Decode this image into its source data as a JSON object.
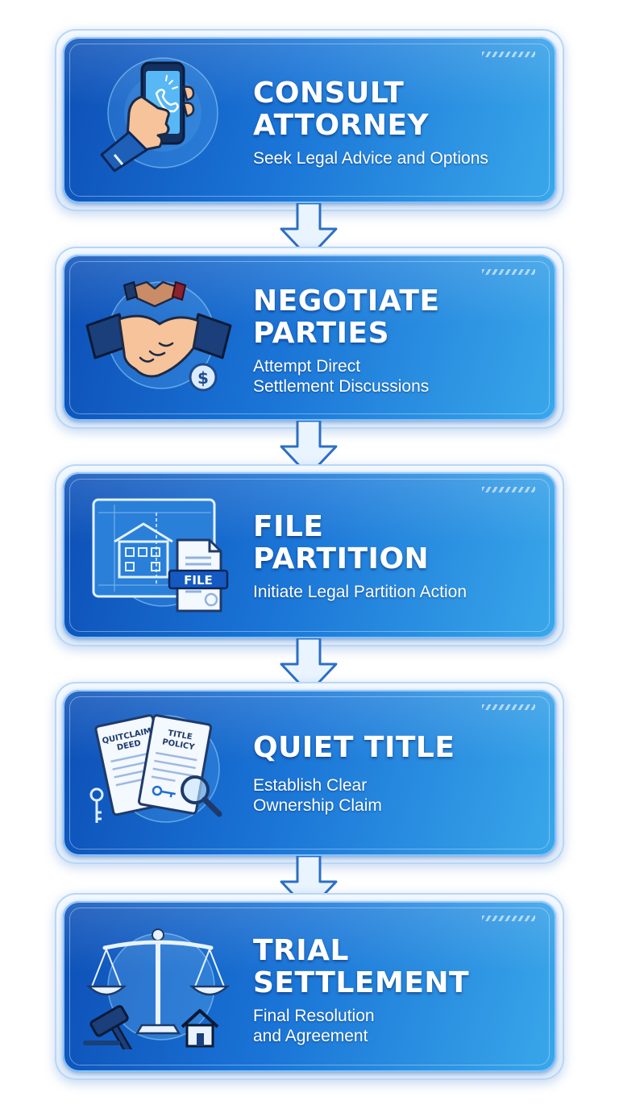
{
  "steps": [
    {
      "title_line1": "CONSULT",
      "title_line2": "ATTORNEY",
      "sub_line1": "Seek Legal Advice and Options",
      "sub_line2": "",
      "icon": "phone-in-hand-icon"
    },
    {
      "title_line1": "NEGOTIATE",
      "title_line2": "PARTIES",
      "sub_line1": "Attempt Direct",
      "sub_line2": "Settlement Discussions",
      "icon": "handshake-icon",
      "icon_text": "$"
    },
    {
      "title_line1": "FILE",
      "title_line2": "PARTITION",
      "sub_line1": "Initiate Legal Partition Action",
      "sub_line2": "",
      "icon": "blueprint-file-icon",
      "icon_text": "FILE"
    },
    {
      "title_line1": "QUIET TITLE",
      "title_line2": "",
      "sub_line1": "Establish Clear",
      "sub_line2": "Ownership Claim",
      "icon": "documents-magnifier-icon",
      "doc1_line1": "QUITCLAIM",
      "doc1_line2": "DEED",
      "doc2_line1": "TITLE",
      "doc2_line2": "POLICY"
    },
    {
      "title_line1": "TRIAL",
      "title_line2": "SETTLEMENT",
      "sub_line1": "Final Resolution",
      "sub_line2": "and Agreement",
      "icon": "scales-gavel-house-icon"
    }
  ],
  "colors": {
    "card_dark": "#0d4fb6",
    "card_light": "#39a7ea",
    "frame": "#dcebfb",
    "arrow": "#eaf4ff",
    "arrow_stroke": "#2c6fc4"
  }
}
